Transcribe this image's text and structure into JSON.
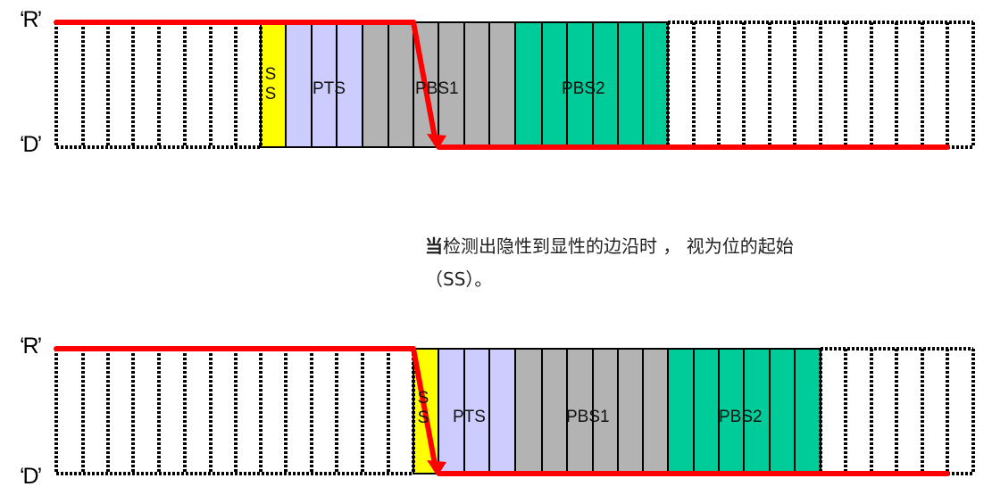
{
  "colors": {
    "ss": "#ffff00",
    "pts": "#ccccff",
    "pbs1": "#b3b3b3",
    "pbs2": "#00cc99",
    "signal": "#ff0000",
    "dashed": "#000000"
  },
  "levels": {
    "recessive": "‘R’",
    "dominant": "‘D’"
  },
  "diagrams": [
    {
      "id": "top",
      "segments": {
        "ss": "S S",
        "pts": "PTS",
        "pbs1": "PBS1",
        "pbs2": "PBS2"
      }
    },
    {
      "id": "bottom",
      "segments": {
        "ss": "S S",
        "pts": "PTS",
        "pbs1": "PBS1",
        "pbs2": "PBS2"
      }
    }
  ],
  "caption": {
    "lead": "当",
    "text": "检测出隐性到显性的边沿时 ， 视为位的起始（SS）。"
  }
}
